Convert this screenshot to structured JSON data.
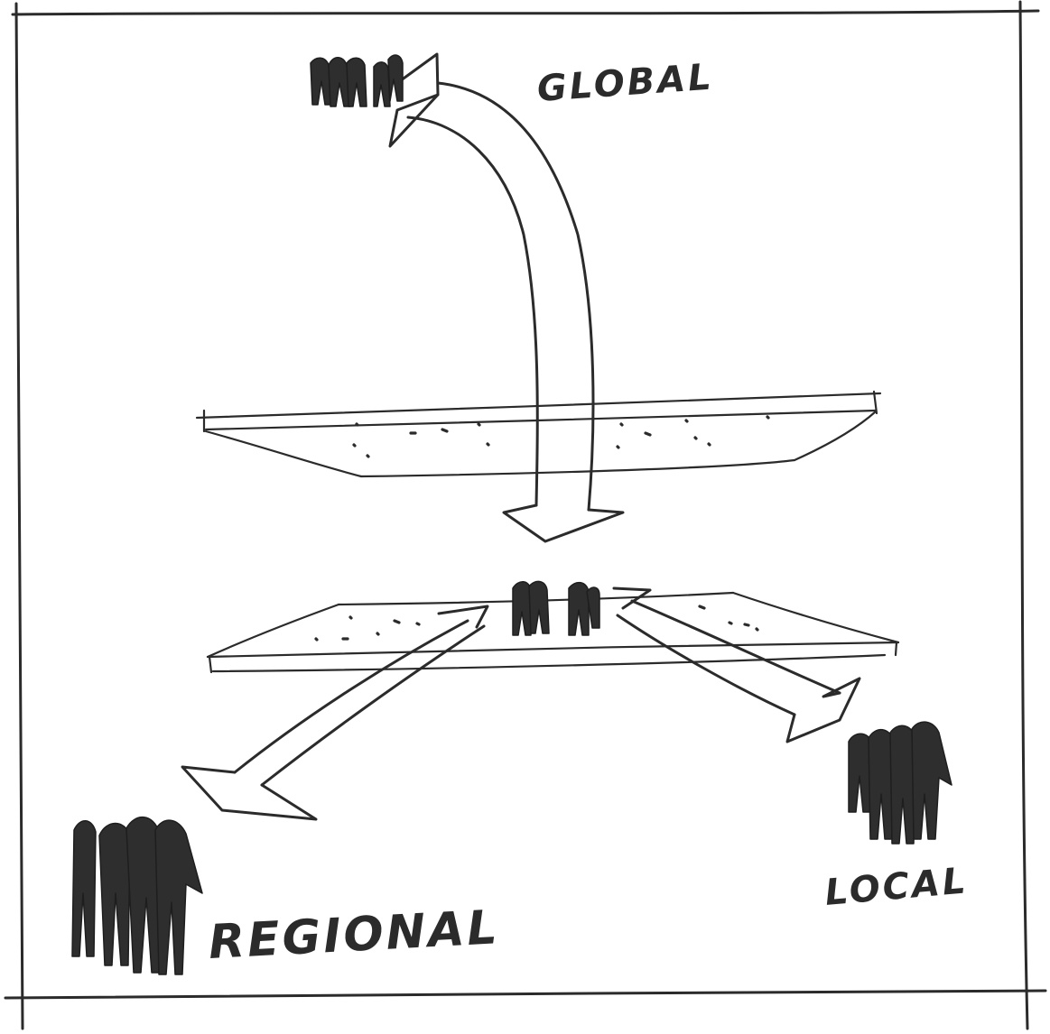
{
  "labels": {
    "global": "GLOBAL",
    "regional": "REGIONAL",
    "local": "LOCAL"
  },
  "colors": {
    "ink": "#2b2b2b",
    "paper": "#ffffff"
  }
}
